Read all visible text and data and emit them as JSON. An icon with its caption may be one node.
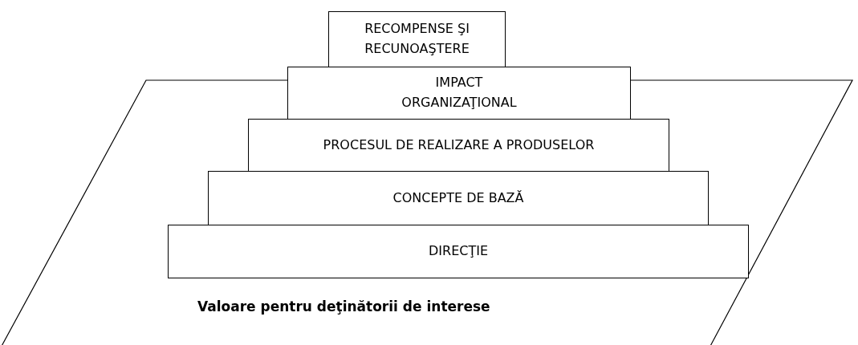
{
  "diagram": {
    "nodes": [
      {
        "text": [
          "Valoare pentru deţinătorii de interese"
        ]
      },
      {
        "text": [
          "RECOMPENSE ŞI RECUNOAŞTERE"
        ]
      },
      {
        "text": [
          "IMPACT ORGANIZAŢIONAL"
        ]
      },
      {
        "text": [
          "PROCESUL DE REALIZARE A PRODUSELOR"
        ],
        "in": 0
      },
      {
        "text": [
          "CONCEPTE DE BAZĂ"
        ],
        "in": 0
      },
      {
        "text": [
          "DIRECŢIE"
        ],
        "in": 0
      }
    ]
  }
}
